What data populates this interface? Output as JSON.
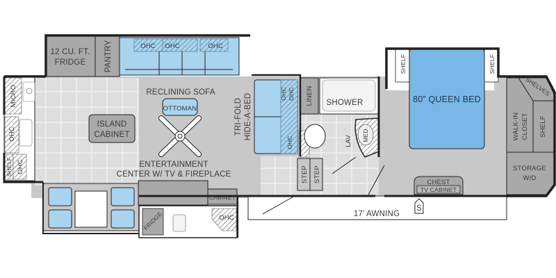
{
  "floorplan": {
    "colors": {
      "wall": "#231f20",
      "floor": "#c8c8c8",
      "tile": "#dcdcdc",
      "cabinet": "#a9a9a9",
      "furniture_blue": "#a9d4ef",
      "bed_blue": "#79b8e6",
      "counter_white": "#ffffff",
      "text": "#3a3a3a"
    },
    "rooms": {
      "kitchen": {
        "fridge": "12 CU. FT.",
        "fridge_line2": "FRIDGE",
        "pantry": "PANTRY",
        "micro": "MICRO",
        "ohc_left_1": "OHC",
        "ohc_left_2": "OHC",
        "shelf_left": "SHELF",
        "island": "ISLAND",
        "island_line2": "CABINET"
      },
      "living": {
        "sofa": "RECLINING SOFA",
        "sofa_ohc": [
          "OHC",
          "OHC",
          "OHC"
        ],
        "ottoman": "OTTOMAN",
        "entertainment": "ENTERTAINMENT",
        "entertainment_line2": "CENTER W/ TV & FIREPLACE",
        "hide_a_bed": "TRI-FOLD",
        "hide_a_bed_line2": "HIDE-A-BED",
        "hide_ohc": [
          "OHC",
          "OHC",
          "OHC"
        ]
      },
      "outdoor_kitchen": {
        "cabinet": "CABINET",
        "fridge": "FRIDGE",
        "ohc": "OHC"
      },
      "bath": {
        "linen": "LINEN",
        "shower": "SHOWER",
        "lav": "LAV",
        "med": "MED",
        "step_1": "STEP",
        "step_2": "STEP"
      },
      "bedroom": {
        "bed": "80” QUEEN BED",
        "shelf_left": "SHELF",
        "shelf_right": "SHELF",
        "closet": "WALK-IN",
        "closet_line2": "CLOSET",
        "shelves": "SHELVES",
        "closet_shelf": "SHELF",
        "storage": "STORAGE",
        "storage_line2": "W/D",
        "chest": "CHEST",
        "tv_cabinet": "TV CABINET"
      },
      "exterior": {
        "awning": "17’ AWNING",
        "s_marker": "S"
      }
    }
  }
}
